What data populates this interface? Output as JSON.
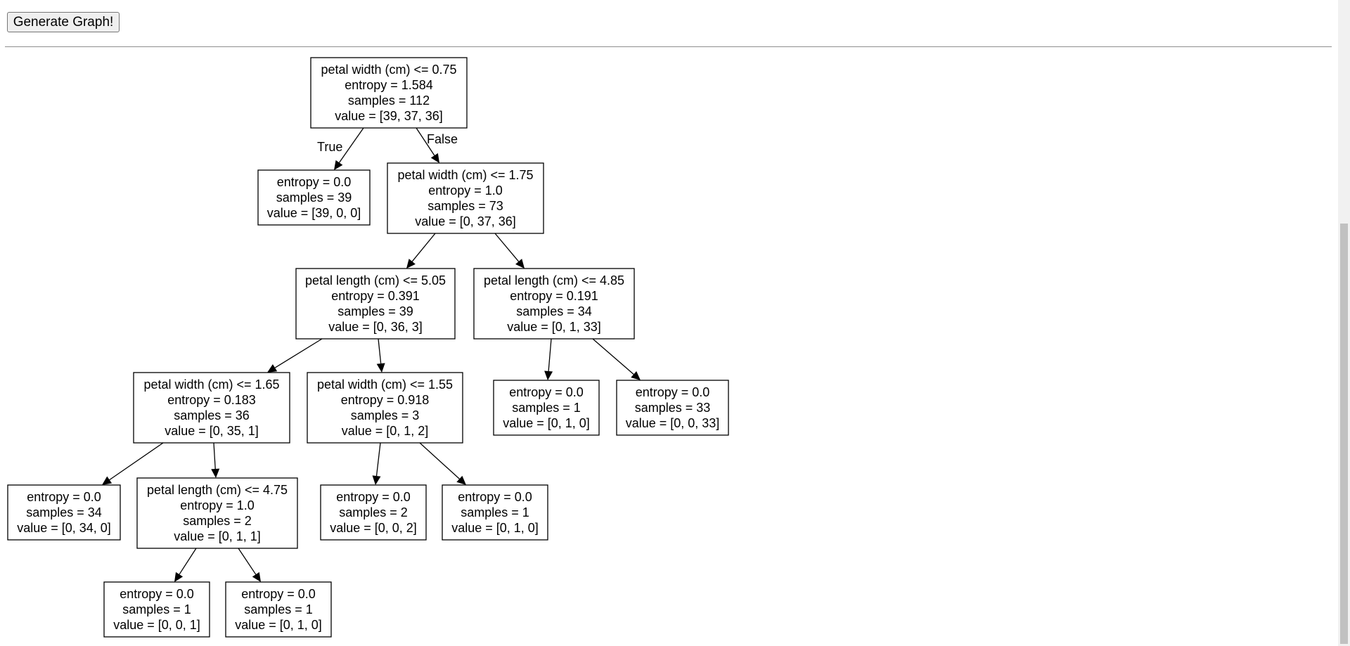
{
  "toolbar": {
    "generate_label": "Generate Graph!"
  },
  "tree": {
    "nodes": [
      {
        "id": "n0",
        "lines": [
          "petal width (cm) <= 0.75",
          "entropy = 1.584",
          "samples = 112",
          "value = [39, 37, 36]"
        ]
      },
      {
        "id": "n1",
        "lines": [
          "entropy = 0.0",
          "samples = 39",
          "value = [39, 0, 0]"
        ]
      },
      {
        "id": "n2",
        "lines": [
          "petal width (cm) <= 1.75",
          "entropy = 1.0",
          "samples = 73",
          "value = [0, 37, 36]"
        ]
      },
      {
        "id": "n3",
        "lines": [
          "petal length (cm) <= 5.05",
          "entropy = 0.391",
          "samples = 39",
          "value = [0, 36, 3]"
        ]
      },
      {
        "id": "n4",
        "lines": [
          "petal length (cm) <= 4.85",
          "entropy = 0.191",
          "samples = 34",
          "value = [0, 1, 33]"
        ]
      },
      {
        "id": "n5",
        "lines": [
          "petal width (cm) <= 1.65",
          "entropy = 0.183",
          "samples = 36",
          "value = [0, 35, 1]"
        ]
      },
      {
        "id": "n6",
        "lines": [
          "petal width (cm) <= 1.55",
          "entropy = 0.918",
          "samples = 3",
          "value = [0, 1, 2]"
        ]
      },
      {
        "id": "n7",
        "lines": [
          "entropy = 0.0",
          "samples = 1",
          "value = [0, 1, 0]"
        ]
      },
      {
        "id": "n8",
        "lines": [
          "entropy = 0.0",
          "samples = 33",
          "value = [0, 0, 33]"
        ]
      },
      {
        "id": "n9",
        "lines": [
          "entropy = 0.0",
          "samples = 34",
          "value = [0, 34, 0]"
        ]
      },
      {
        "id": "n10",
        "lines": [
          "petal length (cm) <= 4.75",
          "entropy = 1.0",
          "samples = 2",
          "value = [0, 1, 1]"
        ]
      },
      {
        "id": "n11",
        "lines": [
          "entropy = 0.0",
          "samples = 2",
          "value = [0, 0, 2]"
        ]
      },
      {
        "id": "n12",
        "lines": [
          "entropy = 0.0",
          "samples = 1",
          "value = [0, 1, 0]"
        ]
      },
      {
        "id": "n13",
        "lines": [
          "entropy = 0.0",
          "samples = 1",
          "value = [0, 0, 1]"
        ]
      },
      {
        "id": "n14",
        "lines": [
          "entropy = 0.0",
          "samples = 1",
          "value = [0, 1, 0]"
        ]
      }
    ],
    "edges": [
      {
        "from": "n0",
        "to": "n1",
        "label": "True"
      },
      {
        "from": "n0",
        "to": "n2",
        "label": "False"
      },
      {
        "from": "n2",
        "to": "n3"
      },
      {
        "from": "n2",
        "to": "n4"
      },
      {
        "from": "n3",
        "to": "n5"
      },
      {
        "from": "n3",
        "to": "n6"
      },
      {
        "from": "n4",
        "to": "n7"
      },
      {
        "from": "n4",
        "to": "n8"
      },
      {
        "from": "n5",
        "to": "n9"
      },
      {
        "from": "n5",
        "to": "n10"
      },
      {
        "from": "n6",
        "to": "n11"
      },
      {
        "from": "n6",
        "to": "n12"
      },
      {
        "from": "n10",
        "to": "n13"
      },
      {
        "from": "n10",
        "to": "n14"
      }
    ]
  }
}
